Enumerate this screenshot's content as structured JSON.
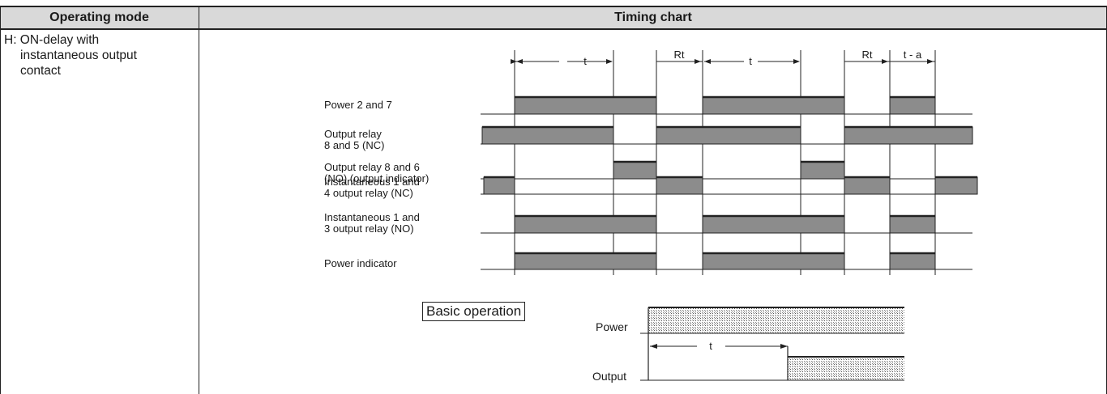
{
  "table": {
    "header_mode": "Operating mode",
    "header_chart": "Timing chart",
    "mode_first": "H: ON-delay with",
    "mode_line2": "instantaneous output",
    "mode_line3": "contact"
  },
  "timing": {
    "labels": {
      "t1": "t",
      "rt1": "Rt",
      "t2": "t",
      "rt2": "Rt",
      "ta": "t - a"
    },
    "signals": [
      {
        "line1": "Power 2 and 7",
        "line2": "",
        "line3": ""
      },
      {
        "line1": "Output relay",
        "line2": "8 and 5 (NC)",
        "line3": ""
      },
      {
        "line1": "Output relay 8 and 6",
        "line2": "(NO) (output indicator)",
        "line3": ""
      },
      {
        "line1": "Instantaneous 1 and",
        "line2": "4 output relay (NC)",
        "line3": ""
      },
      {
        "line1": "Instantaneous 1 and",
        "line2": "3 output relay (NO)",
        "line3": ""
      },
      {
        "line1": "Power indicator",
        "line2": "",
        "line3": ""
      }
    ]
  },
  "basic": {
    "title": "Basic operation",
    "power_label": "Power",
    "output_label": "Output",
    "t_label": "t"
  },
  "colors": {
    "bar_fill": "#8c8c8c",
    "header_bg": "#d9d9d9",
    "stipple": "#b0b0b0"
  }
}
